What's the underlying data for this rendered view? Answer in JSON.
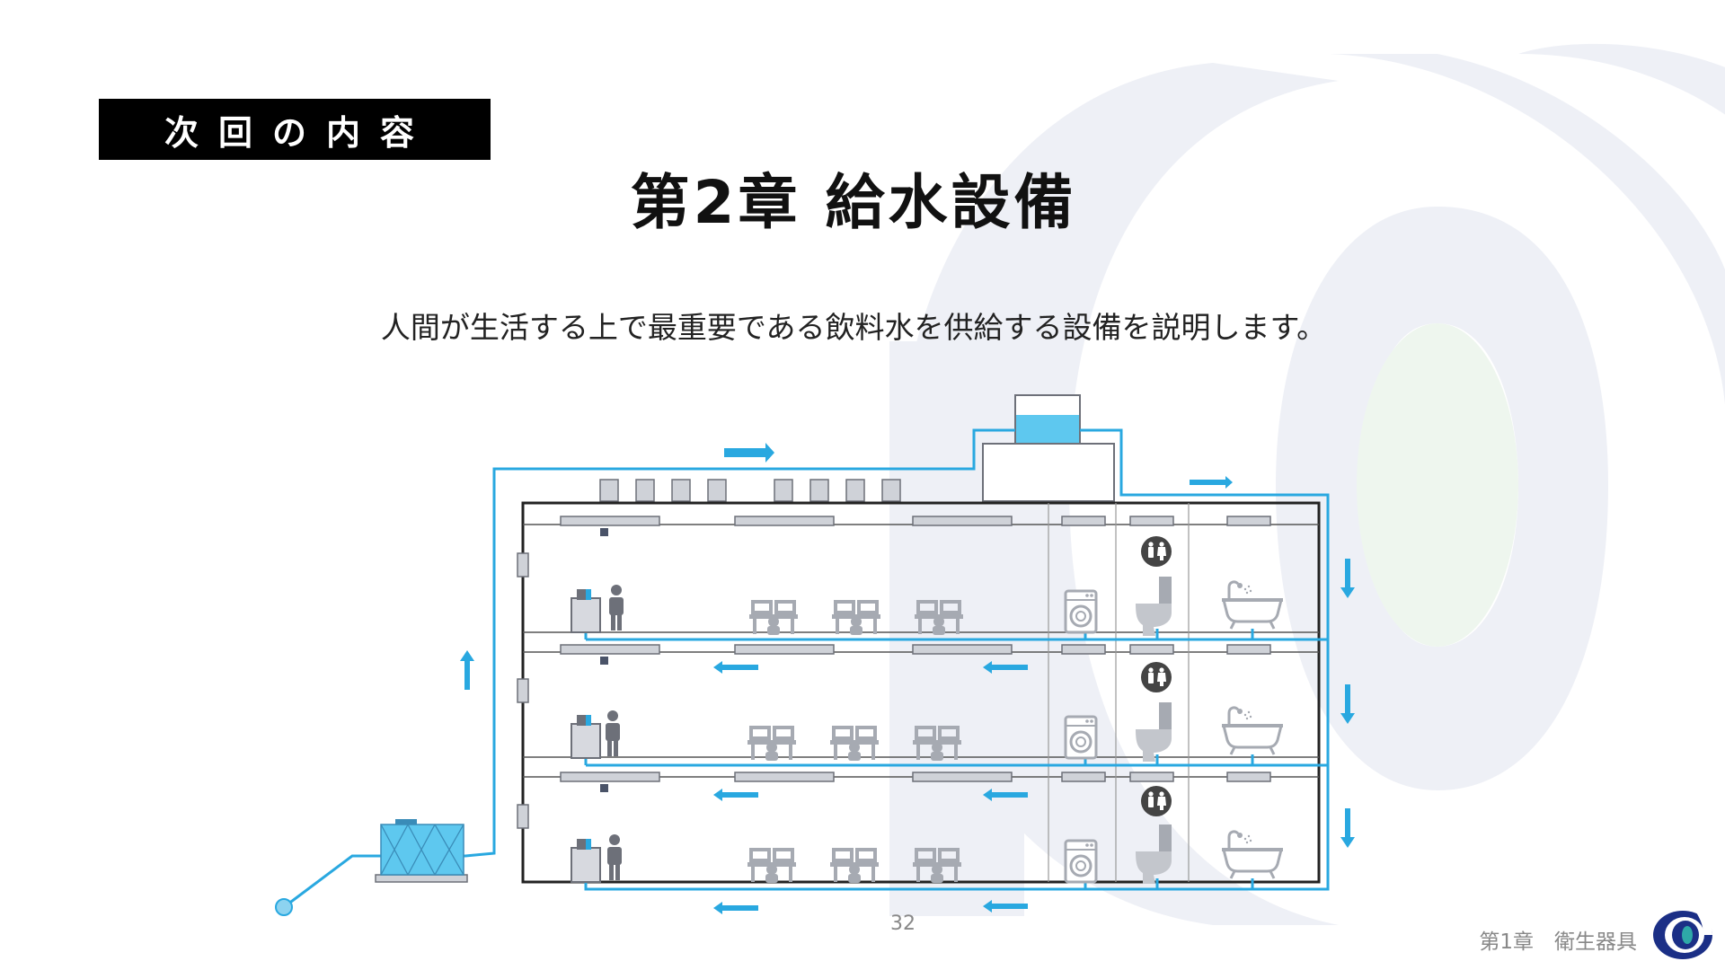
{
  "header": {
    "tag_label": "次回の内容",
    "title": "第2章 給水設備",
    "subtitle": "人間が生活する上で最重要である飲料水を供給する設備を説明します。"
  },
  "footer": {
    "page_number": "32",
    "chapter_label": "第1章　衛生器具"
  },
  "diagram": {
    "floors": 3,
    "rooms": [
      "office",
      "laundry",
      "toilet",
      "bath"
    ],
    "icons": [
      "water-tank-icon",
      "elevated-tank-icon",
      "person-icon",
      "desk-icon",
      "washing-machine-icon",
      "toilet-icon",
      "restroom-sign-icon",
      "bathtub-icon",
      "arrow-icon"
    ]
  },
  "colors": {
    "pipe": "#29a8e0",
    "tank": "#5ec8ef",
    "building_outline": "#222222",
    "fixture": "#a6aab2",
    "watermark": "#eef0f6",
    "watermark_green": "#eef6ee",
    "logo_blue": "#1b2f86",
    "logo_teal": "#2ea9a8"
  }
}
